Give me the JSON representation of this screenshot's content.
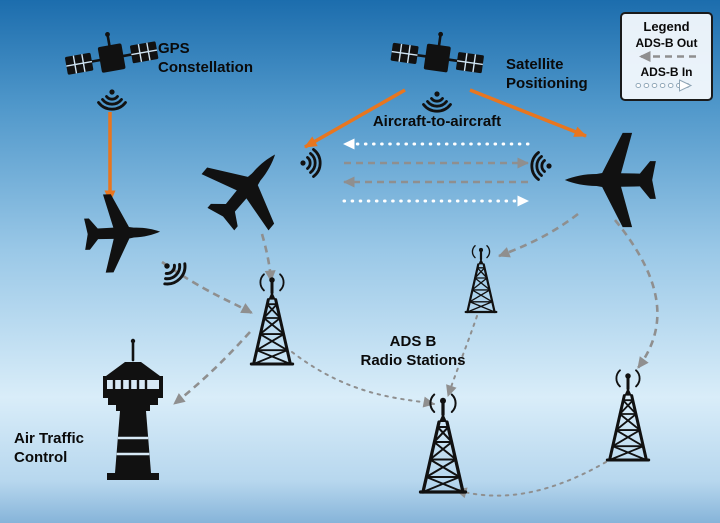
{
  "diagram": {
    "labels": {
      "gps_constellation": "GPS\nConstellation",
      "satellite_positioning": "Satellite\nPositioning",
      "aircraft_to_aircraft": "Aircraft-to-aircraft",
      "adsb_radio_stations": "ADS B\nRadio Stations",
      "air_traffic_control": "Air Traffic\nControl"
    },
    "legend": {
      "title": "Legend",
      "out_label": "ADS-B Out",
      "in_label": "ADS-B In"
    },
    "colors": {
      "orange_arrow": "#E8761F",
      "adsb_out_gray": "#8F8F8F",
      "adsb_in_white": "#FFFFFF",
      "silhouette_black": "#111111",
      "sky_top": "#1C6DAD",
      "sky_bottom": "#D9EDF9"
    },
    "icons": {
      "satellite": "satellite-icon",
      "aircraft": "aircraft-icon",
      "radio_tower": "radio-tower-icon",
      "control_tower": "control-tower-icon",
      "signal_waves": "signal-waves-icon"
    }
  }
}
